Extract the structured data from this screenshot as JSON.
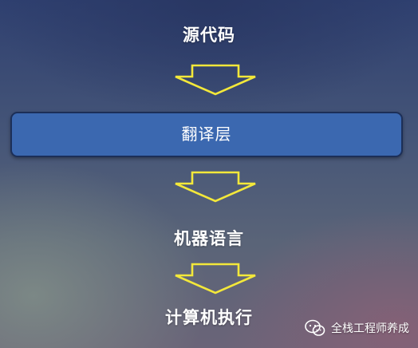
{
  "steps": {
    "source": "源代码",
    "translator": "翻译层",
    "machine": "机器语言",
    "execute": "计算机执行"
  },
  "arrows": [
    "down-arrow",
    "down-arrow",
    "down-arrow"
  ],
  "colors": {
    "arrow_stroke": "#f3e83a",
    "translator_fill": "#3b68b0",
    "translator_border": "#1c2f58",
    "text": "#ffffff"
  },
  "watermark": {
    "icon": "wechat-icon",
    "text": "全栈工程师养成"
  }
}
